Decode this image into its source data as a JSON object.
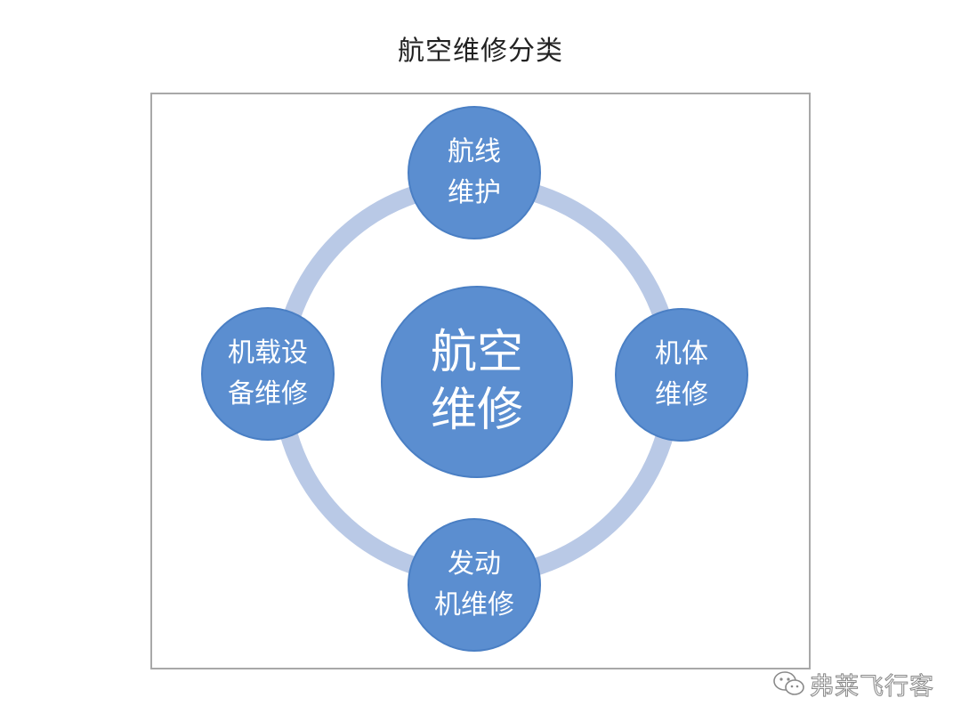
{
  "title": "航空维修分类",
  "center": {
    "line1": "航空",
    "line2": "维修"
  },
  "nodes": {
    "top": {
      "line1": "航线",
      "line2": "维护"
    },
    "right": {
      "line1": "机体",
      "line2": "维修"
    },
    "bottom": {
      "line1": "发动",
      "line2": "机维修"
    },
    "left": {
      "line1": "机载设",
      "line2": "备维修"
    }
  },
  "colors": {
    "node_fill": "#5b8ed0",
    "node_border": "#4a7fc4",
    "ring": "#b9c9e6",
    "frame": "#a8a8a8"
  },
  "watermark": {
    "icon": "wechat-icon",
    "text": "弗莱飞行客"
  }
}
